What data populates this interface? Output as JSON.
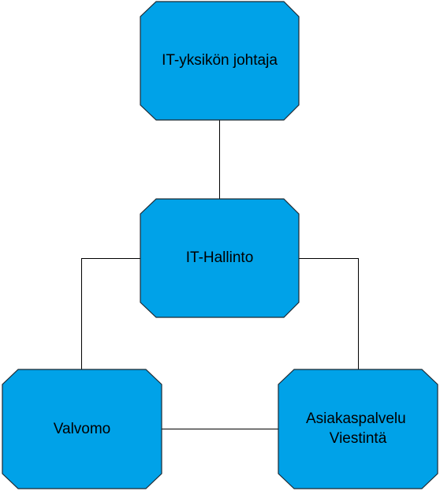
{
  "colors": {
    "node_fill": "#00a2e8",
    "node_stroke": "#1f2a33",
    "connector": "#000000",
    "background": "#ffffff"
  },
  "nodes": {
    "director": {
      "label": "IT-yksikön johtaja"
    },
    "administration": {
      "label": "IT-Hallinto"
    },
    "control_room": {
      "label": "Valvomo"
    },
    "customer_service": {
      "lines": [
        "Asiakaspalvelu",
        "Viestintä"
      ]
    }
  },
  "connections": [
    {
      "from": "director",
      "to": "administration"
    },
    {
      "from": "administration",
      "to": "control_room"
    },
    {
      "from": "administration",
      "to": "customer_service"
    },
    {
      "from": "control_room",
      "to": "customer_service"
    }
  ]
}
